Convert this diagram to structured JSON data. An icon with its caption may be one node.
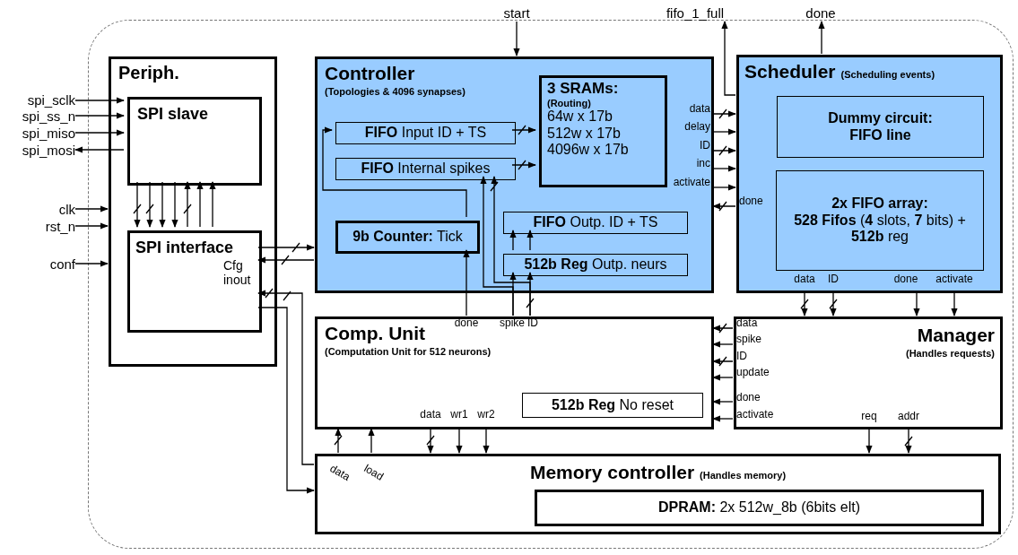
{
  "diagram": {
    "nodes": [
      {
        "text": [],
        "shape": "box"
      },
      {
        "text": [
          "Periph."
        ],
        "in": 0
      },
      {
        "text": [
          "SPI slave"
        ],
        "in": 1
      },
      {
        "text": [
          "SPI interface",
          "Cfg inout"
        ],
        "in": 1
      },
      {
        "text": [
          "Controller",
          "(Topologies & 4096 synapses)"
        ],
        "in": 0
      },
      {
        "text": [
          "**FIFO** Input ID + TS"
        ],
        "in": 4
      },
      {
        "text": [
          "**FIFO** Internal spikes"
        ],
        "in": 4
      },
      {
        "text": [
          "3 SRAMs:",
          "(Routing)",
          "64w x 17b",
          "512w x 17b",
          "4096w x 17b"
        ],
        "in": 4
      },
      {
        "text": [
          "**9b Counter:** Tick"
        ],
        "in": 4
      },
      {
        "text": [
          "**FIFO** Outp. ID + TS"
        ],
        "in": 4
      },
      {
        "text": [
          "**512b Reg** Outp. neurs"
        ],
        "in": 4
      },
      {
        "text": [
          "Scheduler",
          "(Scheduling events)"
        ],
        "in": 0
      },
      {
        "text": [
          "Dummy circuit: FIFO line"
        ],
        "in": 11
      },
      {
        "text": [
          "2x FIFO array:",
          "**528 Fifos** (**4** slots, **7** bits) + **512b** reg"
        ],
        "in": 11
      },
      {
        "text": [
          "Comp. Unit",
          "(Computation Unit for 512 neurons)"
        ],
        "in": 0
      },
      {
        "text": [
          "**512b Reg** No reset"
        ],
        "in": 14
      },
      {
        "text": [
          "Manager",
          "(Handles requests)"
        ],
        "in": 0
      },
      {
        "text": [
          "Memory controller",
          "(Handles memory)"
        ],
        "in": 0
      },
      {
        "text": [
          "**DPRAM:** 2x 512w_8b (6bits elt)"
        ],
        "in": 17
      },
      {
        "text": [
          "spi_sclk"
        ]
      },
      {
        "text": [
          "spi_ss_n"
        ]
      },
      {
        "text": [
          "spi_miso"
        ]
      },
      {
        "text": [
          "spi_mosi"
        ]
      },
      {
        "text": [
          "clk"
        ]
      },
      {
        "text": [
          "rst_n"
        ]
      },
      {
        "text": [
          "conf"
        ]
      },
      {
        "text": [
          "start"
        ]
      },
      {
        "text": [
          "fifo_1_full"
        ]
      },
      {
        "text": [
          "done"
        ]
      }
    ],
    "edges": [
      {
        "from": 19,
        "to": 2,
        "arrow": "to"
      },
      {
        "from": 20,
        "to": 2,
        "arrow": "to"
      },
      {
        "from": 21,
        "to": 2,
        "arrow": "to"
      },
      {
        "from": 2,
        "to": 22,
        "arrow": "to"
      },
      {
        "from": 23,
        "to": 1,
        "arrow": "to"
      },
      {
        "from": 24,
        "to": 1,
        "arrow": "to"
      },
      {
        "from": 25,
        "to": 1,
        "arrow": "to"
      },
      {
        "from": 2,
        "to": 3,
        "arrow": "to"
      },
      {
        "from": 2,
        "to": 3,
        "arrow": "to"
      },
      {
        "from": 2,
        "to": 3,
        "arrow": "to"
      },
      {
        "from": 2,
        "to": 3,
        "arrow": "to"
      },
      {
        "from": 3,
        "to": 2,
        "arrow": "to"
      },
      {
        "from": 3,
        "to": 2,
        "arrow": "to"
      },
      {
        "from": 3,
        "to": 2,
        "arrow": "to"
      },
      {
        "from": 3,
        "to": 4,
        "arrow": "to"
      },
      {
        "from": 4,
        "to": 3,
        "arrow": "to"
      },
      {
        "from": 3,
        "to": 17,
        "arrow": "to"
      },
      {
        "from": 17,
        "to": 3,
        "arrow": "to"
      },
      {
        "from": 26,
        "to": 4,
        "arrow": "to"
      },
      {
        "from": 5,
        "to": 7,
        "arrow": "to"
      },
      {
        "from": 6,
        "to": 7,
        "arrow": "to"
      },
      {
        "from": 8,
        "to": 5,
        "arrow": "to"
      },
      {
        "from": 14,
        "to": 8,
        "arrow": "to",
        "label": "done"
      },
      {
        "from": 14,
        "to": 10,
        "arrow": "to",
        "label": "spike"
      },
      {
        "from": 14,
        "to": 10,
        "arrow": "to",
        "label": "ID"
      },
      {
        "from": 14,
        "to": 6,
        "arrow": "to"
      },
      {
        "from": 14,
        "to": 6,
        "arrow": "to"
      },
      {
        "from": 10,
        "to": 9,
        "arrow": "to"
      },
      {
        "from": 10,
        "to": 9,
        "arrow": "to"
      },
      {
        "from": 4,
        "to": 11,
        "arrow": "to",
        "label": "data"
      },
      {
        "from": 4,
        "to": 11,
        "arrow": "to",
        "label": "delay"
      },
      {
        "from": 4,
        "to": 11,
        "arrow": "to",
        "label": "ID"
      },
      {
        "from": 4,
        "to": 11,
        "arrow": "to",
        "label": "inc"
      },
      {
        "from": 4,
        "to": 11,
        "arrow": "to",
        "label": "activate"
      },
      {
        "from": 11,
        "to": 4,
        "arrow": "to",
        "label": "done"
      },
      {
        "from": 11,
        "to": 27,
        "arrow": "to"
      },
      {
        "from": 11,
        "to": 28,
        "arrow": "to"
      },
      {
        "from": 11,
        "to": 16,
        "arrow": "to",
        "label": "data"
      },
      {
        "from": 11,
        "to": 16,
        "arrow": "to",
        "label": "ID"
      },
      {
        "from": 11,
        "to": 16,
        "arrow": "to",
        "label": "done"
      },
      {
        "from": 11,
        "to": 16,
        "arrow": "to",
        "label": "activate"
      },
      {
        "from": 16,
        "to": 14,
        "arrow": "to",
        "label": "data"
      },
      {
        "from": 16,
        "to": 14,
        "arrow": "to",
        "label": "spike"
      },
      {
        "from": 16,
        "to": 14,
        "arrow": "to",
        "label": "ID"
      },
      {
        "from": 16,
        "to": 14,
        "arrow": "to",
        "label": "update"
      },
      {
        "from": 16,
        "to": 14,
        "arrow": "to",
        "label": "done"
      },
      {
        "from": 16,
        "to": 14,
        "arrow": "to",
        "label": "activate"
      },
      {
        "from": 16,
        "to": 17,
        "arrow": "to",
        "label": "req"
      },
      {
        "from": 16,
        "to": 17,
        "arrow": "to",
        "label": "addr"
      },
      {
        "from": 17,
        "to": 14,
        "arrow": "to",
        "label": "data"
      },
      {
        "from": 17,
        "to": 14,
        "arrow": "to",
        "label": "load"
      },
      {
        "from": 14,
        "to": 17,
        "arrow": "to",
        "label": "data"
      },
      {
        "from": 14,
        "to": 17,
        "arrow": "to",
        "label": "wr1"
      },
      {
        "from": 14,
        "to": 17,
        "arrow": "to",
        "label": "wr2"
      }
    ]
  }
}
